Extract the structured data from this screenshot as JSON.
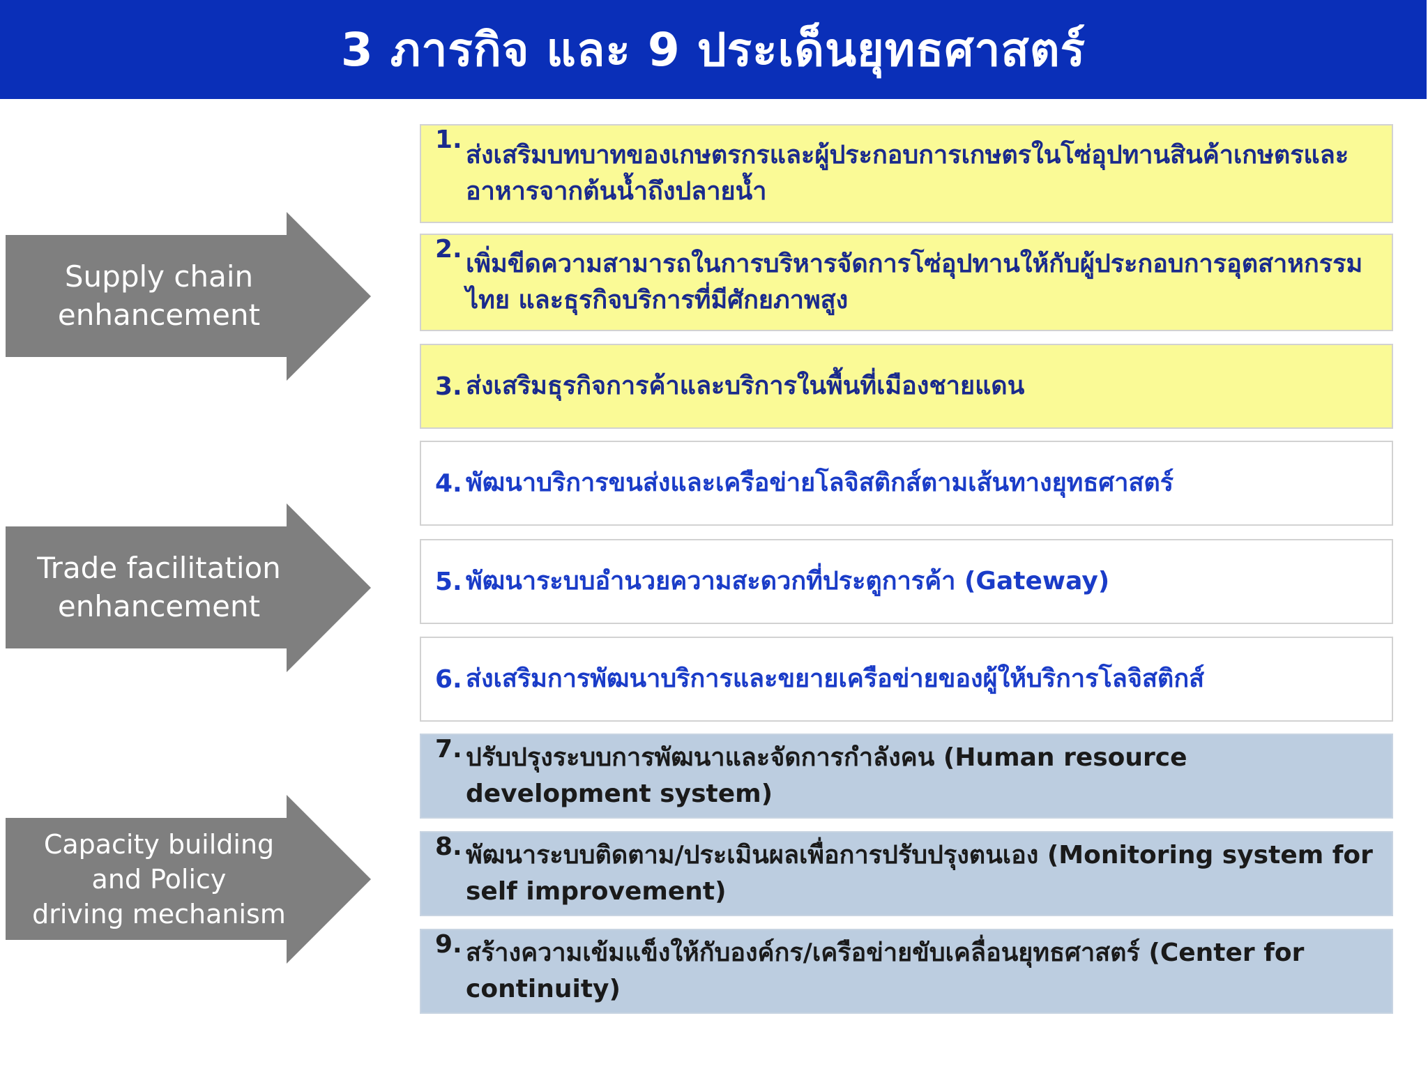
{
  "title": "3 ภารกิจ และ 9 ประเด็นยุทธศาสตร์",
  "colors": {
    "title_bg": "#0a2fb8",
    "arrow": "#7f7f7f",
    "group1_box": "#fafa96",
    "group2_box": "#ffffff",
    "group3_box": "#bccde0"
  },
  "missions": [
    {
      "label": "Supply chain\nenhancement"
    },
    {
      "label": "Trade facilitation\nenhancement"
    },
    {
      "label": "Capacity building\nand Policy\ndriving  mechanism"
    }
  ],
  "strategies": [
    {
      "num": "1.",
      "text": "ส่งเสริมบทบาทของเกษตรกรและผู้ประกอบการเกษตรในโซ่อุปทานสินค้าเกษตรและอาหารจากต้นน้ำถึงปลายน้ำ"
    },
    {
      "num": "2.",
      "text": "เพิ่มขีดความสามารถในการบริหารจัดการโซ่อุปทานให้กับผู้ประกอบการอุตสาหกรรมไทย และธุรกิจบริการที่มีศักยภาพสูง"
    },
    {
      "num": "3.",
      "text": "ส่งเสริมธุรกิจการค้าและบริการในพื้นที่เมืองชายแดน"
    },
    {
      "num": "4.",
      "text": "พัฒนาบริการขนส่งและเครือข่ายโลจิสติกส์ตามเส้นทางยุทธศาสตร์"
    },
    {
      "num": "5.",
      "text": "พัฒนาระบบอำนวยความสะดวกที่ประตูการค้า (Gateway)"
    },
    {
      "num": "6.",
      "text": "ส่งเสริมการพัฒนาบริการและขยายเครือข่ายของผู้ให้บริการโลจิสติกส์"
    },
    {
      "num": "7.",
      "text": "ปรับปรุงระบบการพัฒนาและจัดการกำลังคน (Human resource development system)"
    },
    {
      "num": "8.",
      "text": "พัฒนาระบบติดตาม/ประเมินผลเพื่อการปรับปรุงตนเอง (Monitoring system for self improvement)"
    },
    {
      "num": "9.",
      "text": "สร้างความเข้มแข็งให้กับองค์กร/เครือข่ายขับเคลื่อนยุทธศาสตร์ (Center for continuity)"
    }
  ]
}
